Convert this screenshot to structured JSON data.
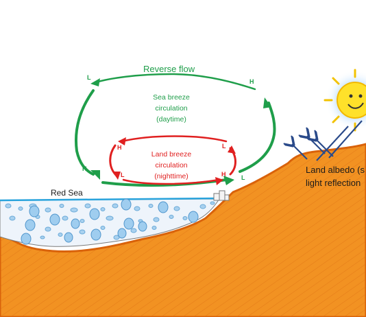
{
  "labels": {
    "reverse_flow": "Reverse flow",
    "sea_breeze": [
      "Sea breeze",
      "circulation",
      "(daytime)"
    ],
    "land_breeze": [
      "Land breeze",
      "circulation",
      "(nighttime)"
    ],
    "red_sea": "Red Sea",
    "land_albedo": [
      "Land albedo (s",
      "light reflection"
    ]
  },
  "pressure_markers": {
    "sea_breeze": [
      "L",
      "H",
      "H",
      "L"
    ],
    "land_breeze": [
      "H",
      "L",
      "L",
      "H"
    ]
  },
  "colors": {
    "sea_breeze_loop": "#1f9e4a",
    "land_breeze_loop": "#e02020",
    "sea_surface": "#29a3dc",
    "land": "#f08a1c",
    "land_outline": "#d9620a",
    "sun": "#ffe12a",
    "sun_rays": "#2a4a8a"
  },
  "icons": [
    "sun-icon",
    "city-buildings-icon",
    "water-droplet-icon"
  ]
}
